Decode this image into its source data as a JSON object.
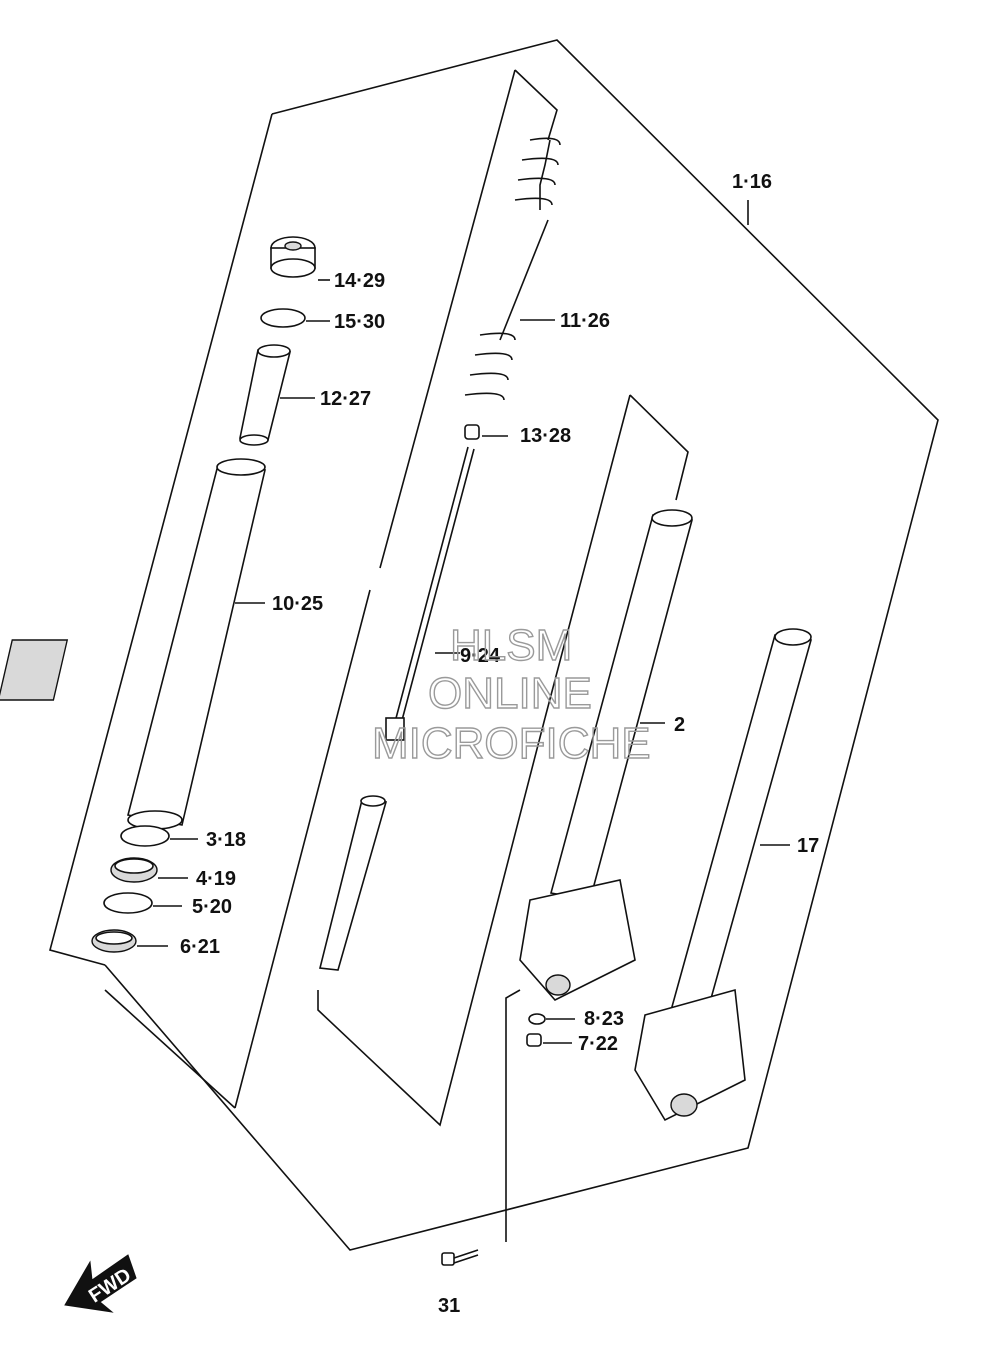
{
  "callouts": {
    "c1_16": "1·16",
    "c14_29": "14·29",
    "c15_30": "15·30",
    "c12_27": "12·27",
    "c11_26": "11·26",
    "c13_28": "13·28",
    "c10_25": "10·25",
    "c9_24": "9·24",
    "c2": "2",
    "c17": "17",
    "c3_18": "3·18",
    "c4_19": "4·19",
    "c5_20": "5·20",
    "c6_21": "6·21",
    "c8_23": "8·23",
    "c7_22": "7·22",
    "c31": "31"
  },
  "watermark": {
    "line1": "HLSM",
    "line2": "ONLINE",
    "line3": "MICROFICHE"
  },
  "fwd_label": "FWD"
}
